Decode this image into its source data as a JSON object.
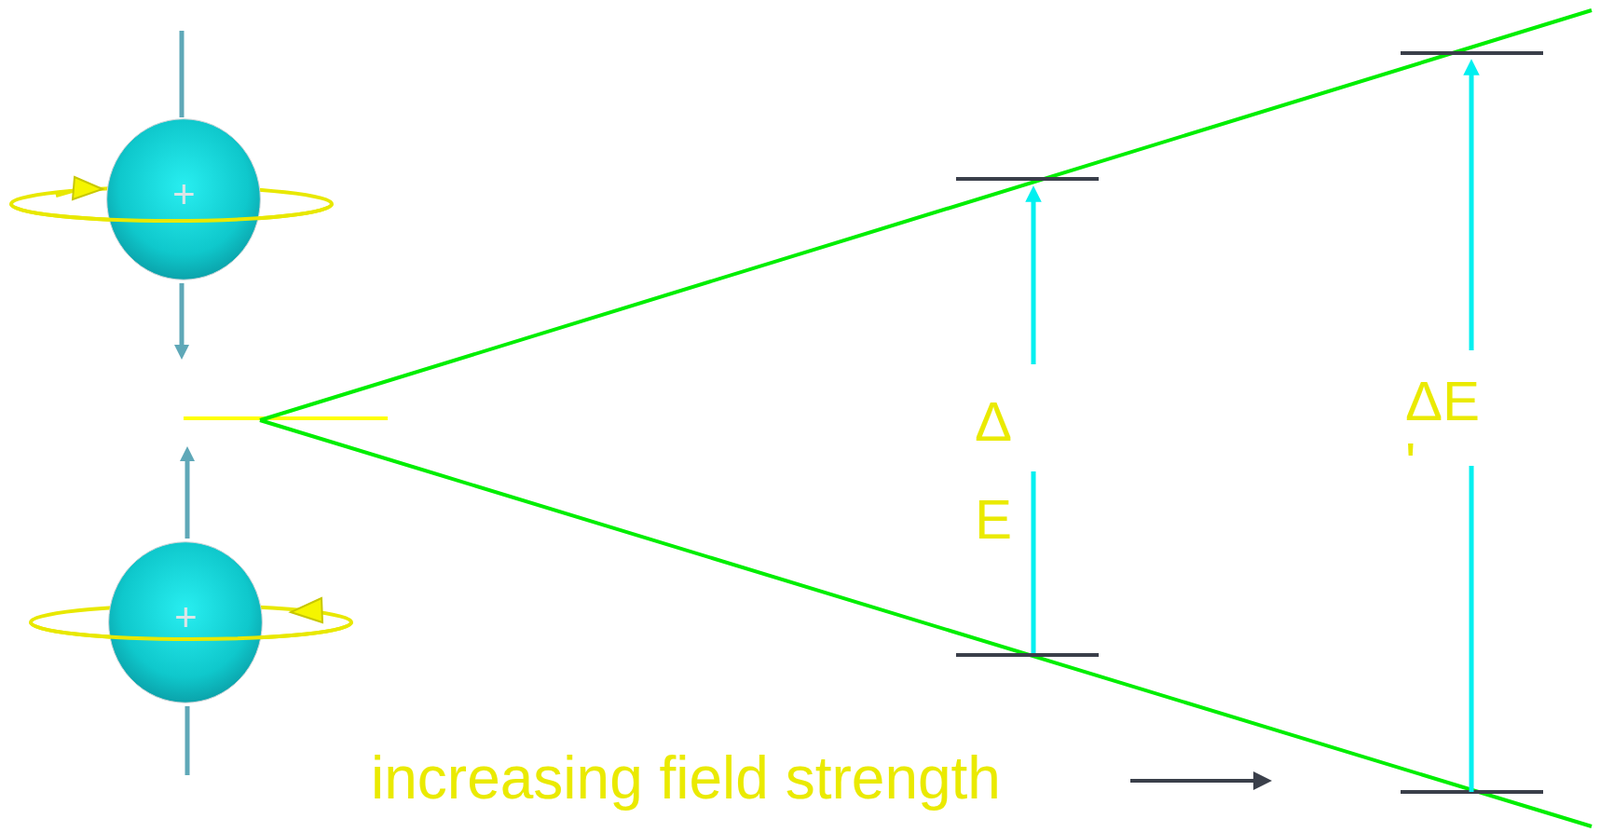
{
  "diagram": {
    "nodes": [
      {
        "text": [
          "+"
        ]
      },
      {
        "text": [
          "+"
        ]
      }
    ],
    "labels": [
      "Δ E",
      "ΔE '",
      "increasing field strength"
    ]
  }
}
